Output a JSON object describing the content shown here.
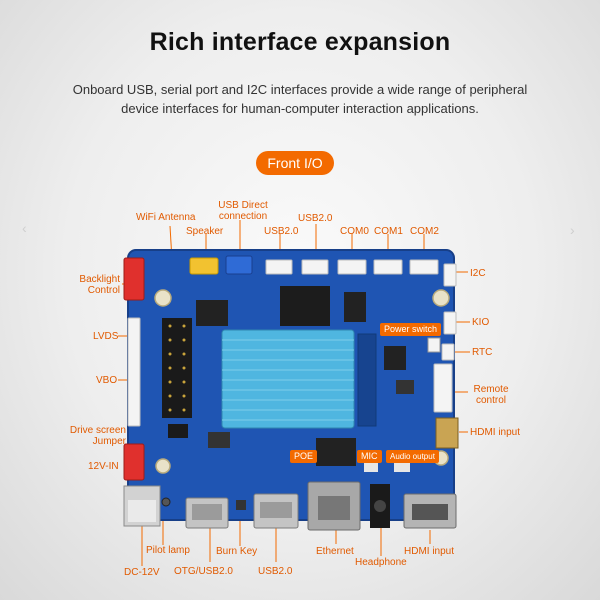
{
  "header": {
    "title": "Rich interface expansion",
    "subtitle": "Onboard USB, serial port and I2C interfaces provide a wide range of peripheral device interfaces for human-computer interaction applications."
  },
  "section_label": "Front I/O",
  "labels": {
    "wifi_antenna": "WiFi Antenna",
    "speaker": "Speaker",
    "usb_direct": "USB Direct connection",
    "usb20_top_a": "USB2.0",
    "usb20_top_b": "USB2.0",
    "com0": "COM0",
    "com1": "COM1",
    "com2": "COM2",
    "i2c": "I2C",
    "backlight_control": "Backlight Control",
    "lvds": "LVDS",
    "kio": "KIO",
    "power_switch": "Power switch",
    "rtc": "RTC",
    "vbo": "VBO",
    "remote_control": "Remote control",
    "drive_screen_jumper": "Drive screen Jumper",
    "hdmi_input_right": "HDMI input",
    "poe": "POE",
    "mic": "MIC",
    "audio_output": "Audio output",
    "v12_in": "12V-IN",
    "pilot_lamp": "Pilot lamp",
    "burn_key": "Burn Key",
    "ethernet": "Ethernet",
    "hdmi_input_bottom": "HDMI input",
    "headphone": "Headphone",
    "dc_12v": "DC-12V",
    "otg_usb20": "OTG/USB2.0",
    "usb20_bottom": "USB2.0"
  },
  "colors": {
    "accent": "#f36a00",
    "label_text": "#e15a00",
    "board": "#1f55b3",
    "heatsink": "#4fb6e0"
  }
}
